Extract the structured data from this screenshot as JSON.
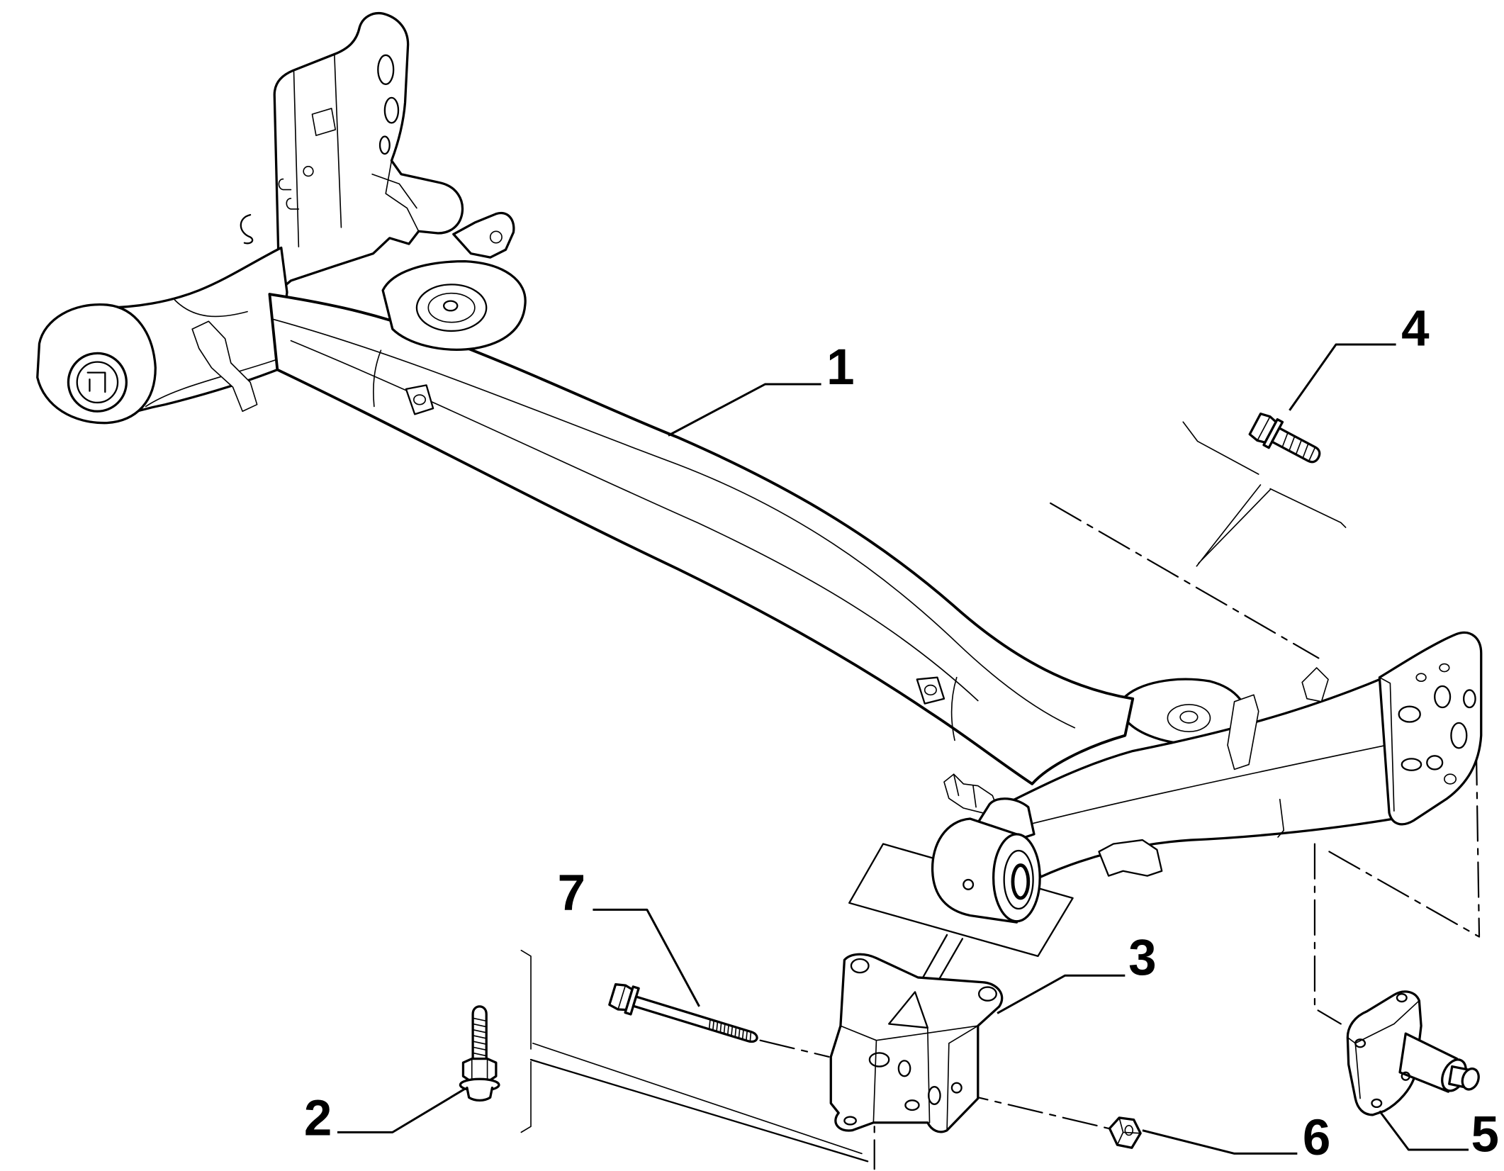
{
  "callouts": [
    "1",
    "2",
    "3",
    "4",
    "5",
    "6",
    "7"
  ],
  "colors": {
    "line": "#000000",
    "background": "#ffffff"
  }
}
